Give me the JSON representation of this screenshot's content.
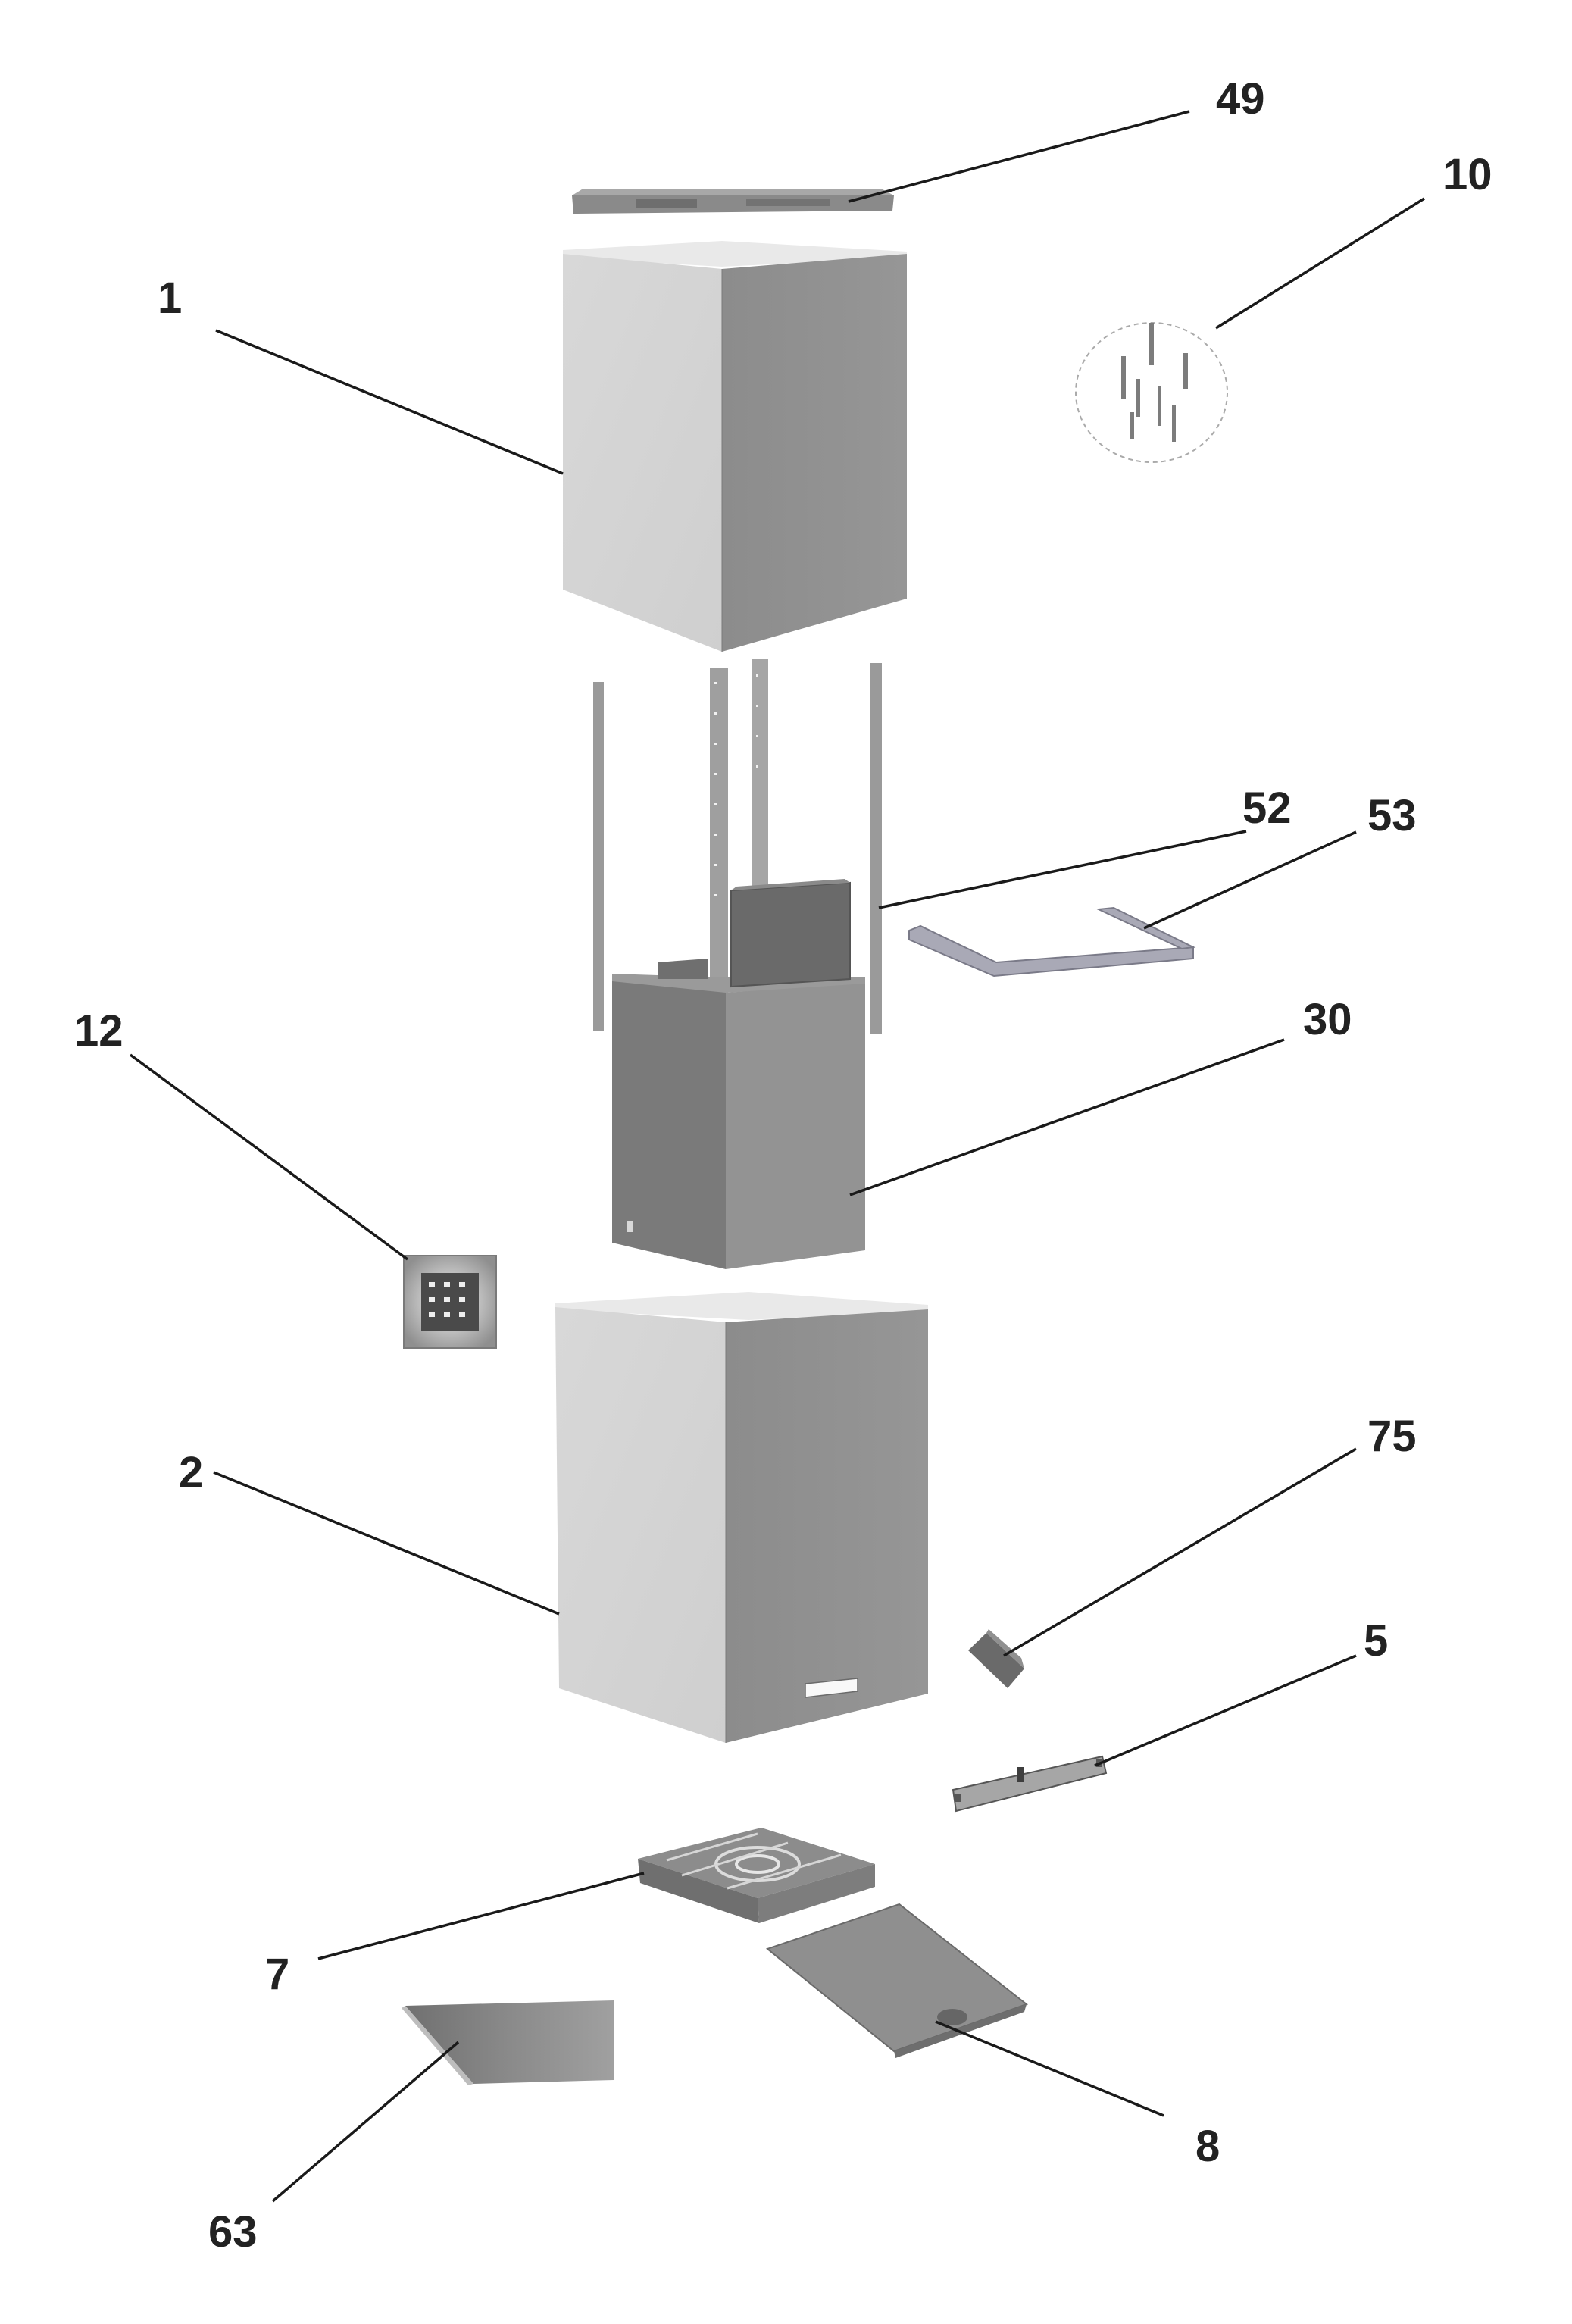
{
  "diagram": {
    "type": "exploded-parts-diagram",
    "colors": {
      "panel_light": "#d4d4d4",
      "panel_dark": "#8e8e8e",
      "motor_dark": "#7a7a7a",
      "leader": "#1a1a1a",
      "label": "#222222"
    },
    "callouts": [
      {
        "id": "p49",
        "label": "49"
      },
      {
        "id": "p10",
        "label": "10"
      },
      {
        "id": "p1",
        "label": "1"
      },
      {
        "id": "p52",
        "label": "52"
      },
      {
        "id": "p53",
        "label": "53"
      },
      {
        "id": "p12",
        "label": "12"
      },
      {
        "id": "p30",
        "label": "30"
      },
      {
        "id": "p2",
        "label": "2"
      },
      {
        "id": "p75",
        "label": "75"
      },
      {
        "id": "p5",
        "label": "5"
      },
      {
        "id": "p7",
        "label": "7"
      },
      {
        "id": "p8",
        "label": "8"
      },
      {
        "id": "p63",
        "label": "63"
      }
    ]
  }
}
